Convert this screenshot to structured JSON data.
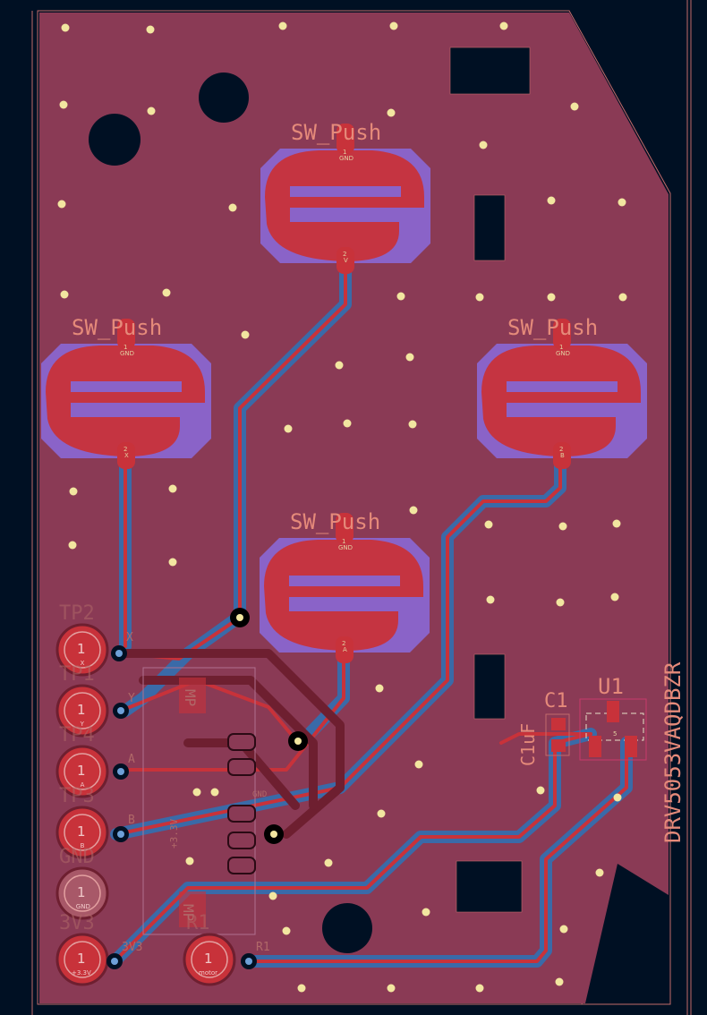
{
  "colors": {
    "background": "#001023",
    "board": "#8a3a55",
    "copper_front": "#c8323a",
    "copper_back": "#3a6aa8",
    "pad_purple": "#8a63c8",
    "via": "#f2e6a0",
    "silkscreen": "#e58a7a"
  },
  "switches": [
    {
      "ref": "SW_Push",
      "pad1": "1",
      "pad1_net": "GND",
      "pad2": "2",
      "pad2_net": "V"
    },
    {
      "ref": "SW_Push",
      "pad1": "1",
      "pad1_net": "GND",
      "pad2": "2",
      "pad2_net": "X"
    },
    {
      "ref": "SW_Push",
      "pad1": "1",
      "pad1_net": "GND",
      "pad2": "2",
      "pad2_net": "B"
    },
    {
      "ref": "SW_Push",
      "pad1": "1",
      "pad1_net": "GND",
      "pad2": "2",
      "pad2_net": "A"
    }
  ],
  "test_points": [
    {
      "ref": "TP2",
      "pin": "1",
      "net": "X",
      "side_label": "X"
    },
    {
      "ref": "TP1",
      "pin": "1",
      "net": "Y",
      "side_label": "Y"
    },
    {
      "ref": "TP4",
      "pin": "1",
      "net": "A",
      "side_label": "A"
    },
    {
      "ref": "TP3",
      "pin": "1",
      "net": "B",
      "side_label": "B"
    },
    {
      "ref": "GND",
      "pin": "1",
      "net": "GND",
      "side_label": ""
    },
    {
      "ref": "3V3",
      "pin": "1",
      "net": "+3.3V",
      "side_label": "3V3"
    },
    {
      "ref": "R1",
      "pin": "1",
      "net": "motor",
      "side_label": "R1"
    }
  ],
  "capacitor": {
    "ref": "C1",
    "value": "C1uF"
  },
  "ic": {
    "ref": "U1",
    "part": "DRV5053VAQDBZR",
    "pad_label": "5"
  },
  "mcu_labels": [
    "MP",
    "GND",
    "+3.3V",
    "MP"
  ]
}
